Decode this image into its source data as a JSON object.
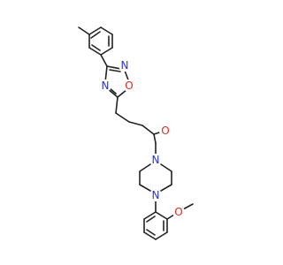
{
  "colors": {
    "background": "#ffffff",
    "bond": "#222222",
    "carbon": "#222222",
    "nitrogen": "#2a36c8",
    "oxygen": "#e0281e"
  },
  "atoms": [
    {
      "id": "n_oxadiazole_2",
      "element": "N",
      "label": "N",
      "color": "nitrogen"
    },
    {
      "id": "o_oxadiazole_1",
      "element": "O",
      "label": "O",
      "color": "oxygen"
    },
    {
      "id": "n_oxadiazole_4",
      "element": "N",
      "label": "N",
      "color": "nitrogen"
    },
    {
      "id": "o_carbonyl",
      "element": "O",
      "label": "O",
      "color": "oxygen"
    },
    {
      "id": "n_amide",
      "element": "N",
      "label": "N",
      "color": "nitrogen"
    },
    {
      "id": "n_aryl",
      "element": "N",
      "label": "N",
      "color": "nitrogen"
    },
    {
      "id": "o_methoxy",
      "element": "O",
      "label": "O",
      "color": "oxygen"
    }
  ]
}
